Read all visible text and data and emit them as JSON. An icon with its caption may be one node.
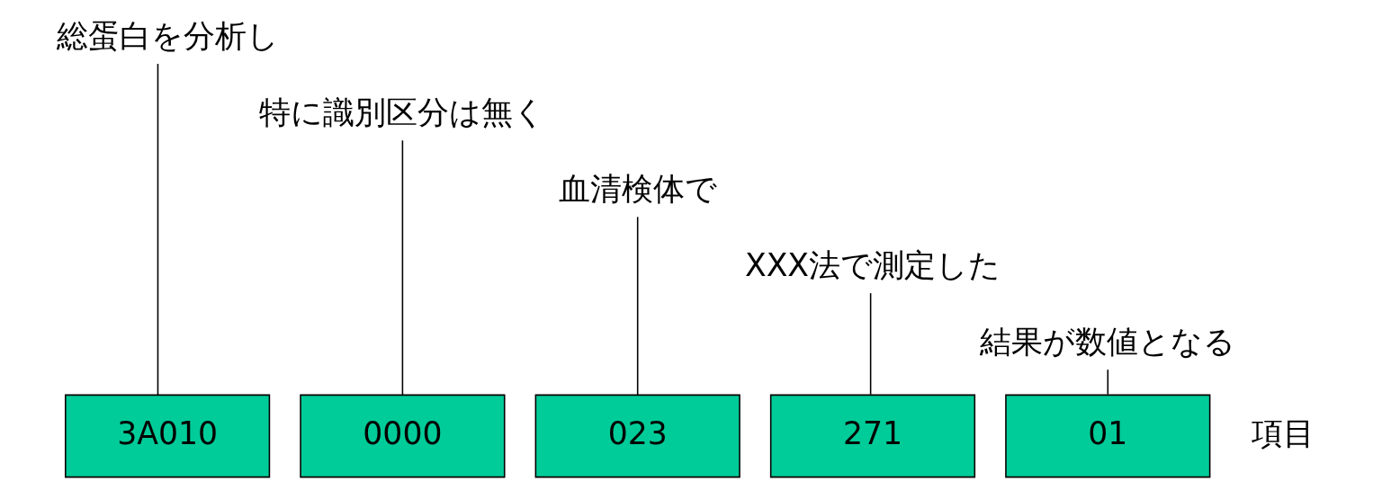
{
  "diagram": {
    "nodes": [
      {
        "text": [
          "総蛋白を分析し"
        ]
      },
      {
        "text": [
          "特に識別区分は無く"
        ]
      },
      {
        "text": [
          "血清検体で"
        ]
      },
      {
        "text": [
          "XXX法で測定した"
        ]
      },
      {
        "text": [
          "結果が数値となる"
        ]
      },
      {
        "text": [
          "3A010"
        ]
      },
      {
        "text": [
          "0000"
        ]
      },
      {
        "text": [
          "023"
        ]
      },
      {
        "text": [
          "271"
        ]
      },
      {
        "text": [
          "01"
        ]
      }
    ],
    "edges": [
      {
        "from": 0,
        "to": 5,
        "arrow": "none"
      },
      {
        "from": 1,
        "to": 6,
        "arrow": "none"
      },
      {
        "from": 2,
        "to": 7,
        "arrow": "none"
      },
      {
        "from": 3,
        "to": 8,
        "arrow": "none"
      },
      {
        "from": 4,
        "to": 9,
        "arrow": "none"
      }
    ],
    "labels": [
      "項目"
    ]
  }
}
